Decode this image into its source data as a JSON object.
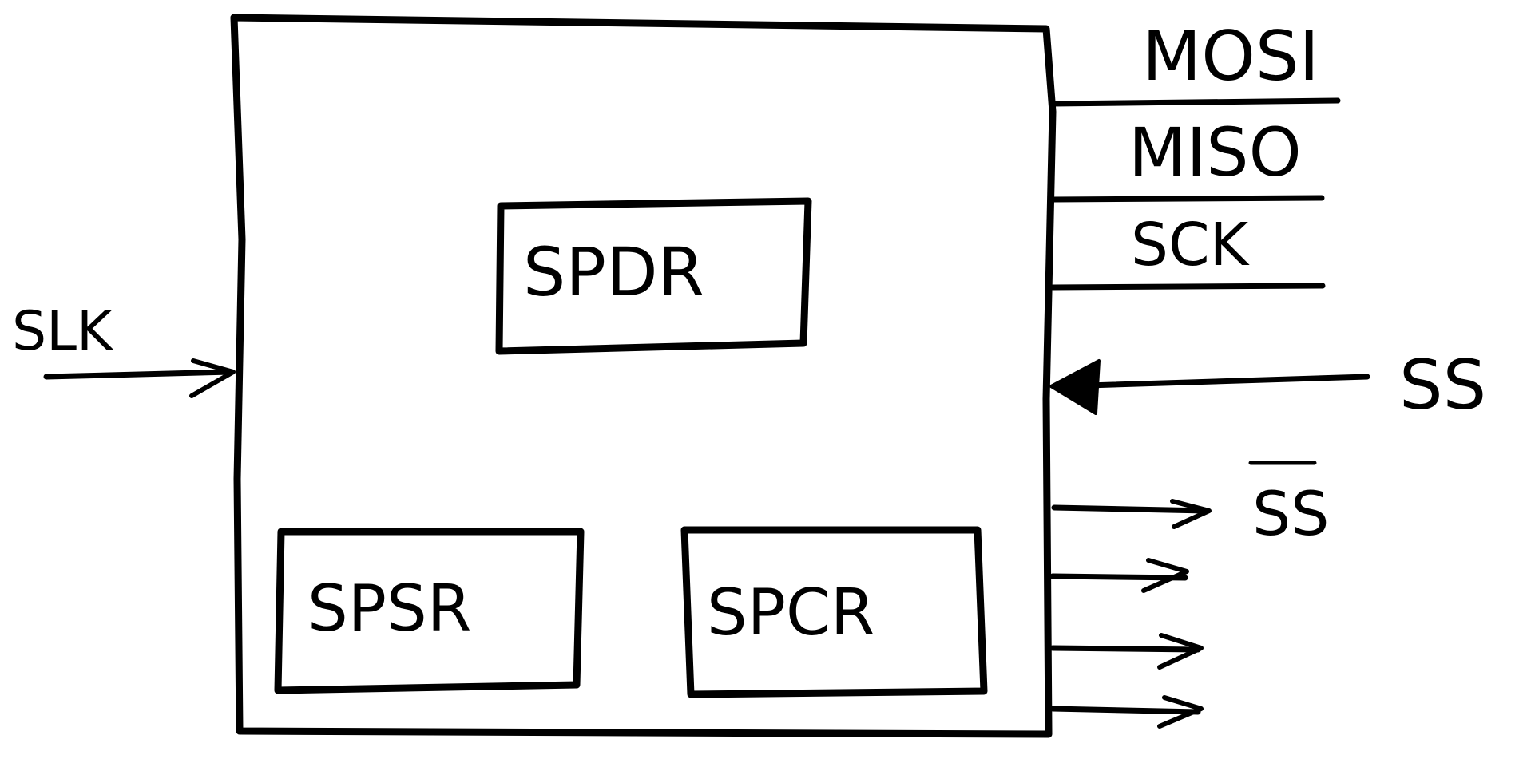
{
  "diagram": {
    "registers": {
      "spdr": "SPDR",
      "spsr": "SPSR",
      "spcr": "SPCR"
    },
    "signals": {
      "clock_input": "SLK",
      "mosi": "MOSI",
      "miso": "MISO",
      "sck": "SCK",
      "ss_input": "SS",
      "ss_output": "SS"
    },
    "unlabeled_outputs": 3,
    "colors": {
      "ink": "#000000",
      "paper": "#ffffff"
    }
  }
}
